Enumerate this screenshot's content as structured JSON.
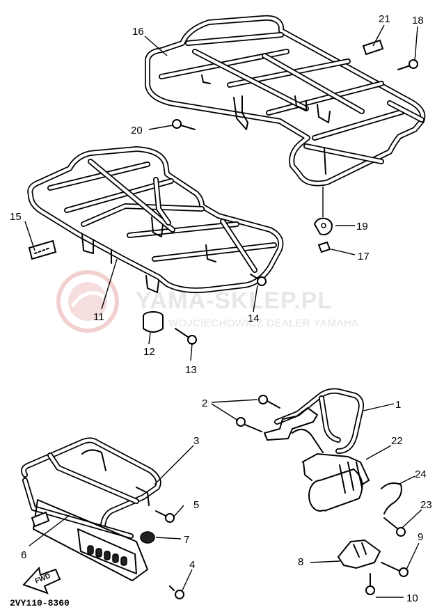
{
  "diagram_code": "2VY110-8360",
  "fwd_label": "FWD",
  "watermark": {
    "title": "YAMA-SKLEP.PL",
    "subtitle": "WOJCIECHOWICZ DEALER YAMAHA"
  },
  "callouts": {
    "p1": "1",
    "p2": "2",
    "p3": "3",
    "p4": "4",
    "p5": "5",
    "p6": "6",
    "p7": "7",
    "p8": "8",
    "p9": "9",
    "p10": "10",
    "p11": "11",
    "p12": "12",
    "p13": "13",
    "p14": "14",
    "p15": "15",
    "p16": "16",
    "p17": "17",
    "p18": "18",
    "p19": "19",
    "p20": "20",
    "p21": "21",
    "p22": "22",
    "p23": "23",
    "p24": "24"
  }
}
